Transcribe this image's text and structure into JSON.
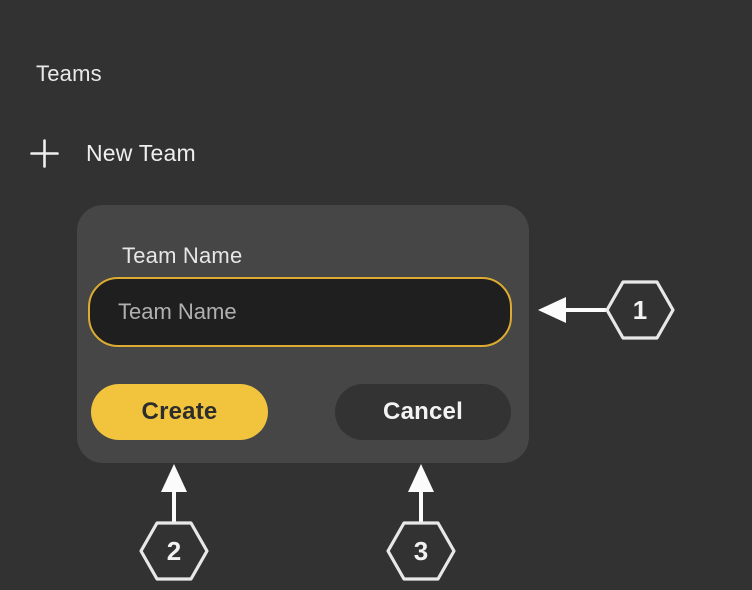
{
  "page": {
    "heading": "Teams",
    "new_team_label": "New Team"
  },
  "dialog": {
    "label": "Team Name",
    "input": {
      "value": "",
      "placeholder": "Team Name"
    },
    "create_label": "Create",
    "cancel_label": "Cancel"
  },
  "annotations": {
    "markers": [
      {
        "number": "1",
        "target": "team-name-input"
      },
      {
        "number": "2",
        "target": "create-button"
      },
      {
        "number": "3",
        "target": "cancel-button"
      }
    ]
  },
  "colors": {
    "background": "#323232",
    "panel": "#464646",
    "input_background": "#1f1f1f",
    "input_border": "#dcab31",
    "accent_yellow": "#f2c43d",
    "button_text_dark": "#2d2d2d",
    "cancel_background": "#333333",
    "text_light": "#e9e9e9",
    "placeholder_text": "#b0b0b0",
    "annotation_stroke": "#e8e8e8"
  }
}
